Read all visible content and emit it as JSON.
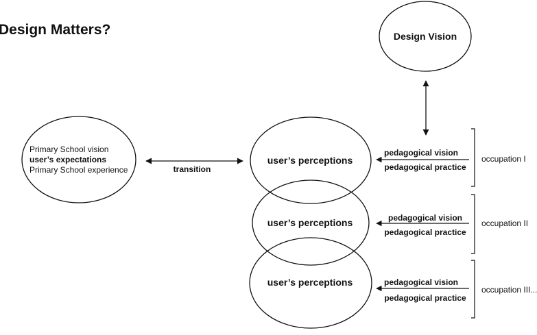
{
  "title": "Design Matters?",
  "design_vision": "Design Vision",
  "school": {
    "vision": "Primary School vision",
    "expectations": "user’s expectations",
    "experience": "Primary School experience"
  },
  "transition_label": "transition",
  "perceptions": [
    {
      "label": "user’s perceptions",
      "vision": "pedagogical vision",
      "practice": "pedagogical practice",
      "occupation": "occupation I"
    },
    {
      "label": "user’s perceptions",
      "vision": "pedagogical vision",
      "practice": "pedagogical practice",
      "occupation": "occupation II"
    },
    {
      "label": "user’s perceptions",
      "vision": "pedagogical vision",
      "practice": "pedagogical practice",
      "occupation": "occupation III..."
    }
  ]
}
